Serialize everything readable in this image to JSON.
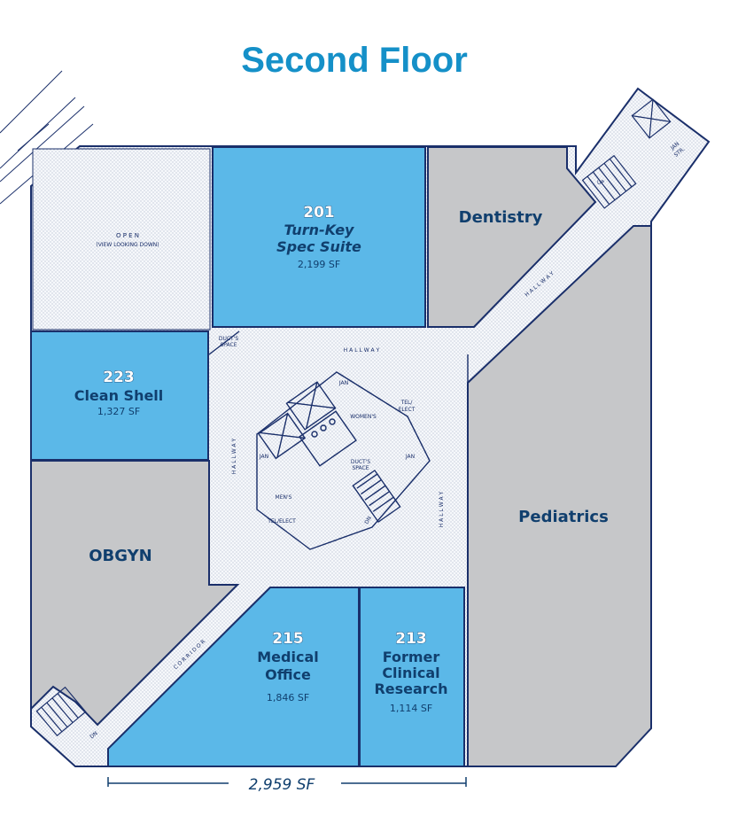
{
  "title": "Second Floor",
  "suites": {
    "s201": {
      "number": "201",
      "name_line1": "Turn-Key",
      "name_line2": "Spec Suite",
      "area": "2,199 SF"
    },
    "s223": {
      "number": "223",
      "name": "Clean Shell",
      "area": "1,327 SF"
    },
    "s215": {
      "number": "215",
      "name_line1": "Medical",
      "name_line2": "Office",
      "area": "1,846 SF"
    },
    "s213": {
      "number": "213",
      "name_line1": "Former",
      "name_line2": "Clinical",
      "name_line3": "Research",
      "area": "1,114 SF"
    }
  },
  "tenants": {
    "dentistry": "Dentistry",
    "pediatrics": "Pediatrics",
    "obgyn": "OBGYN"
  },
  "labels": {
    "open": "O P E N",
    "open_sub": "(VIEW LOOKING DOWN)",
    "hallway": "H A L L W A Y",
    "hallway_ne": "H A L L W A Y",
    "hallway_left": "H A L L W A Y",
    "hallway_right": "H A L L W A Y",
    "corridor": "C O R R I D O R",
    "duct_space_1a": "DUCT'S",
    "duct_space_1b": "SPACE",
    "duct_space_2a": "DUCT'S",
    "duct_space_2b": "SPACE",
    "jan_1": "JAN",
    "jan_2": "JAN",
    "jan_3": "JAN",
    "jan_4a": "JAN",
    "jan_4b": "STR.",
    "womens": "WOMEN'S",
    "mens": "MEN'S",
    "tel_elect_1a": "TEL/",
    "tel_elect_1b": "ELECT",
    "tel_elect_2": "TEL/ELECT",
    "up": "UP",
    "dn_1": "DN",
    "dn_2": "DN"
  },
  "total_area": "2,959 SF",
  "colors": {
    "title": "#1590c8",
    "available_suite": "#5bb8e8",
    "tenant_suite": "#c6c7c9",
    "text_dark": "#103f6e",
    "wall": "#1a2f6a"
  }
}
